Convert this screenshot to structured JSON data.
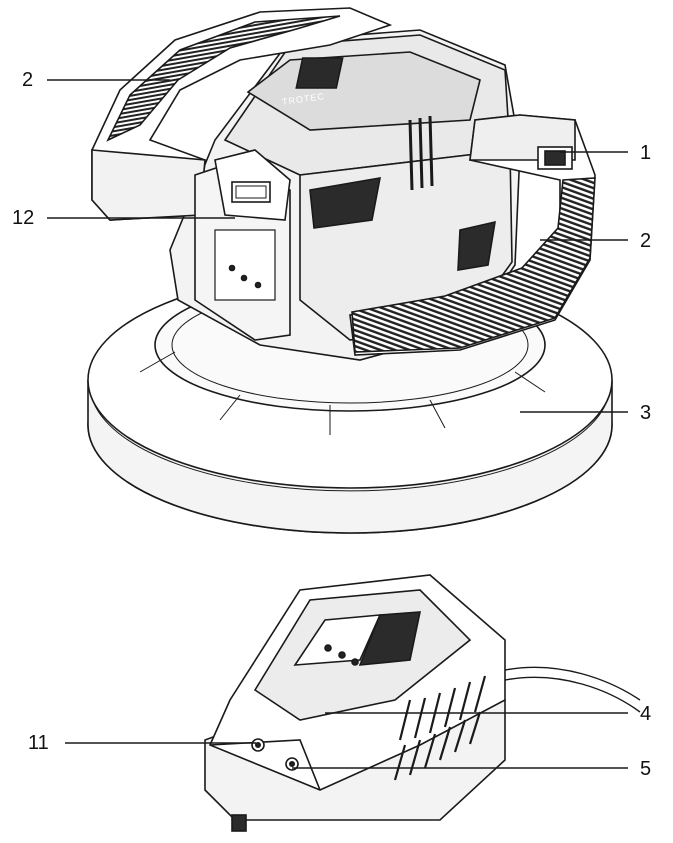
{
  "brand": {
    "logo_text": "TROTEC"
  },
  "callouts": [
    {
      "id": "c2a",
      "label": "2"
    },
    {
      "id": "c1",
      "label": "1"
    },
    {
      "id": "c12",
      "label": "12"
    },
    {
      "id": "c2b",
      "label": "2"
    },
    {
      "id": "c3",
      "label": "3"
    },
    {
      "id": "c4",
      "label": "4"
    },
    {
      "id": "c11",
      "label": "11"
    },
    {
      "id": "c5",
      "label": "5"
    }
  ],
  "colors": {
    "line": "#1a1a1a",
    "fill_light": "#f2f2f2",
    "fill_mid": "#e3e3e3",
    "fill_dark": "#2b2b2b"
  }
}
